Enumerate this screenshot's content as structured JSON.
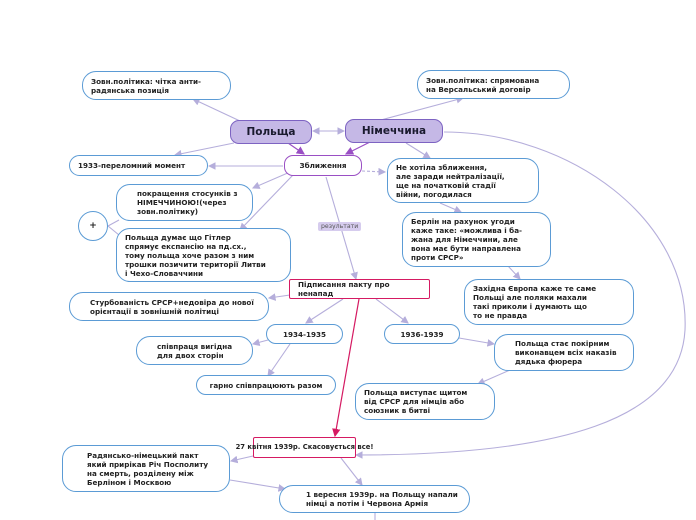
{
  "nodes": {
    "poland": "Польща",
    "germany": "Німеччина",
    "poland_policy": "Зовн.політика: чітка анти-\nрадянська позиція",
    "germany_policy": "Зовн.політика: спрямована\nна Версальський договір",
    "rapprochement": "Зближення",
    "moment_1933": "1933-переломний момент",
    "no_rapprochement": "Не хотіла зближення,\nале заради нейтралізації,\nще на початковій стадії\nвійни, погодилася",
    "reduce_relations": "покращення стосунків з\nНІМЕЧЧИНОЮ!(через\nзовн.політику)",
    "plus": "+",
    "berlin_deal": "Берлін на рахунок угоди\nкаже таке: «можлива і ба-\nжана для Німеччини, але\nвона має бути направлена\nпроти СРСР»",
    "poland_thinks": "Польща думає що Гітлер\nспрямує експансію на пд.сх.,\nтому польща хоче разом з ним\nтрошки позичити території Литви\nі Чехо-Словаччини",
    "pact": "Підписання пакту про ненапад",
    "west_europe": "Західна Європа каже те саме\nПольщі але поляки махали\nтакі приколи і думають що\nто не правда",
    "ussr_caution": "Стурбованість СРСР+недовіра до нової\nорієнтації в зовнішній політиці",
    "y1934": "1934-1935",
    "y1936": "1936-1939",
    "cooperation": "співпраця вигідна\nдля двох сторін",
    "obedient": "Польща стає покірним\nвиконавцем всіх наказів\nдядька фюрера",
    "good_coop": "гарно співпрацюють разом",
    "shield": "Польща виступає щитом\nвід СРСР для німців або\nсоюзник в битві",
    "april_1939": "27 квітня 1939р. Скасовується все!",
    "soviet_german": "Радянсько-німецький пакт\nякий прирікав Річ Посполиту\nна смерть, розділену між\nБерліном і Москвою",
    "sept_1939": "1 вересня 1939р. на Польщу напали\nнімці а потім і Червона Армія"
  },
  "labels": {
    "results": "результати"
  },
  "colors": {
    "node_border": "#5b9bd5",
    "main_fill": "#c5b8e6",
    "purple": "#9a4fc4",
    "crimson": "#d51a62",
    "link": "#b5aedb"
  }
}
